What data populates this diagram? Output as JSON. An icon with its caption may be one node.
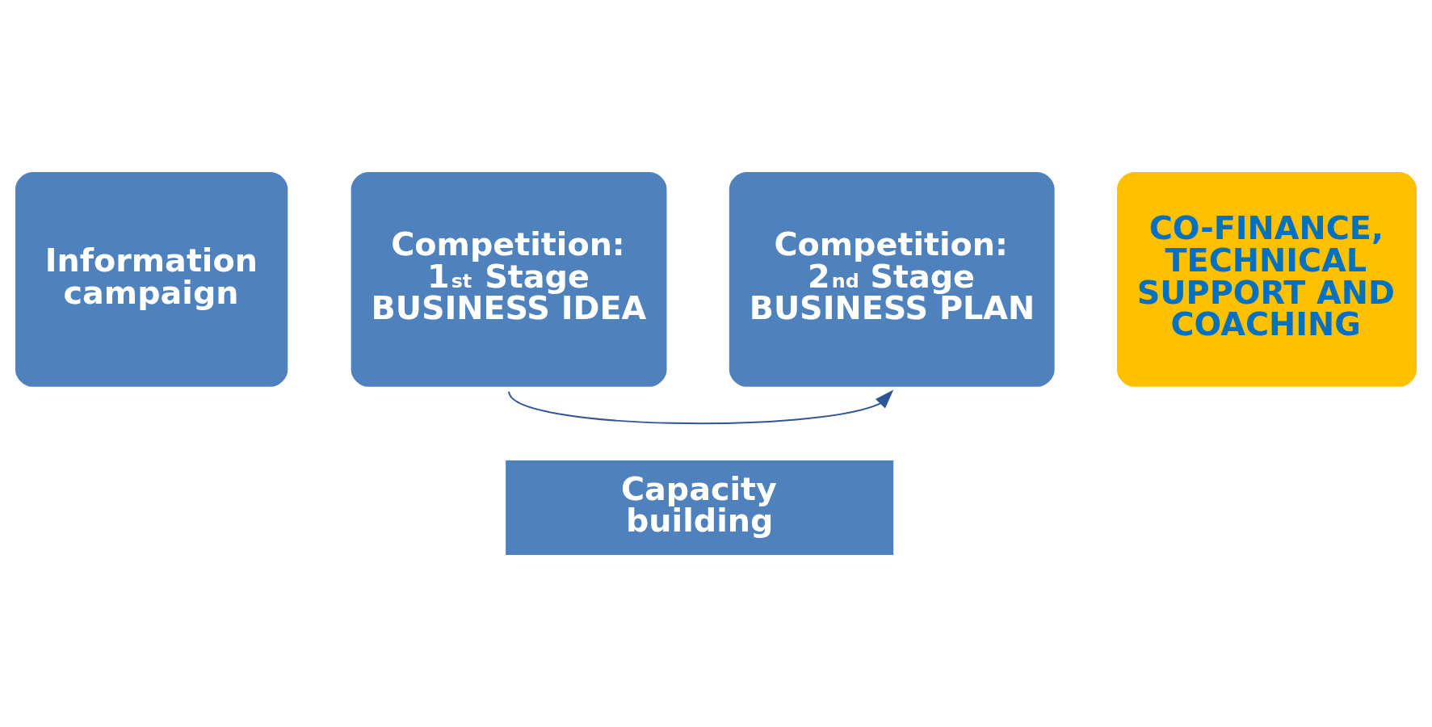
{
  "diagram": {
    "nodes": [
      {
        "text": [
          "Information campaign"
        ]
      },
      {
        "text": [
          "Competition:",
          "1$^{st}$ Stage",
          "BUSINESS IDEA"
        ]
      },
      {
        "text": [
          "Competition:",
          "2$^{nd}$ Stage",
          "BUSINESS PLAN"
        ]
      },
      {
        "text": [
          "CO-FINANCE, TECHNICAL SUPPORT AND COACHING"
        ]
      },
      {
        "text": [
          "Capacity building"
        ]
      }
    ],
    "edges": [
      {
        "from": 1,
        "to": 2,
        "arrow": "to"
      }
    ]
  }
}
